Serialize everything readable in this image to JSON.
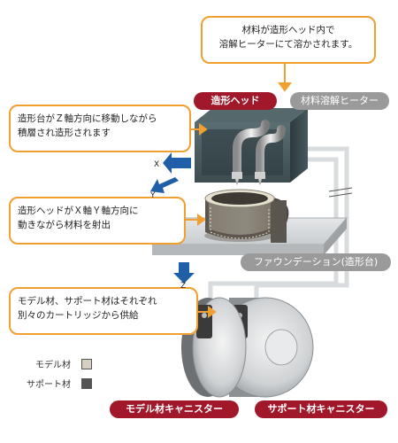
{
  "callouts": {
    "melt": [
      "材料が造形ヘッド内で",
      "溶解ヒーターにて溶かされます。"
    ],
    "stage": [
      "造形台がＺ軸方向に移動しながら",
      "積層され造形されます"
    ],
    "head": [
      "造形ヘッドがＸ軸Ｙ軸方向に",
      "動きながら材料を射出"
    ],
    "cartridge": [
      "モデル材、サポート材はそれぞれ",
      "別々のカートリッジから供給"
    ]
  },
  "labels": {
    "head": "造形ヘッド",
    "heater": "材料溶解ヒーター",
    "foundation": "ファウンデーション(造形台)",
    "model_canister": "モデル材キャニスター",
    "support_canister": "サポート材キャニスター"
  },
  "axes": {
    "x": "X",
    "y": "Y",
    "z": "Z"
  },
  "legend": {
    "model": "モデル材",
    "support": "サポート材"
  },
  "colors": {
    "accent": "#f0a030",
    "label_red": "#a0182a",
    "label_gray": "#9a9a9a",
    "arrow_blue": "#1f5fa8",
    "model": "#d6d0c0",
    "support": "#555555"
  }
}
